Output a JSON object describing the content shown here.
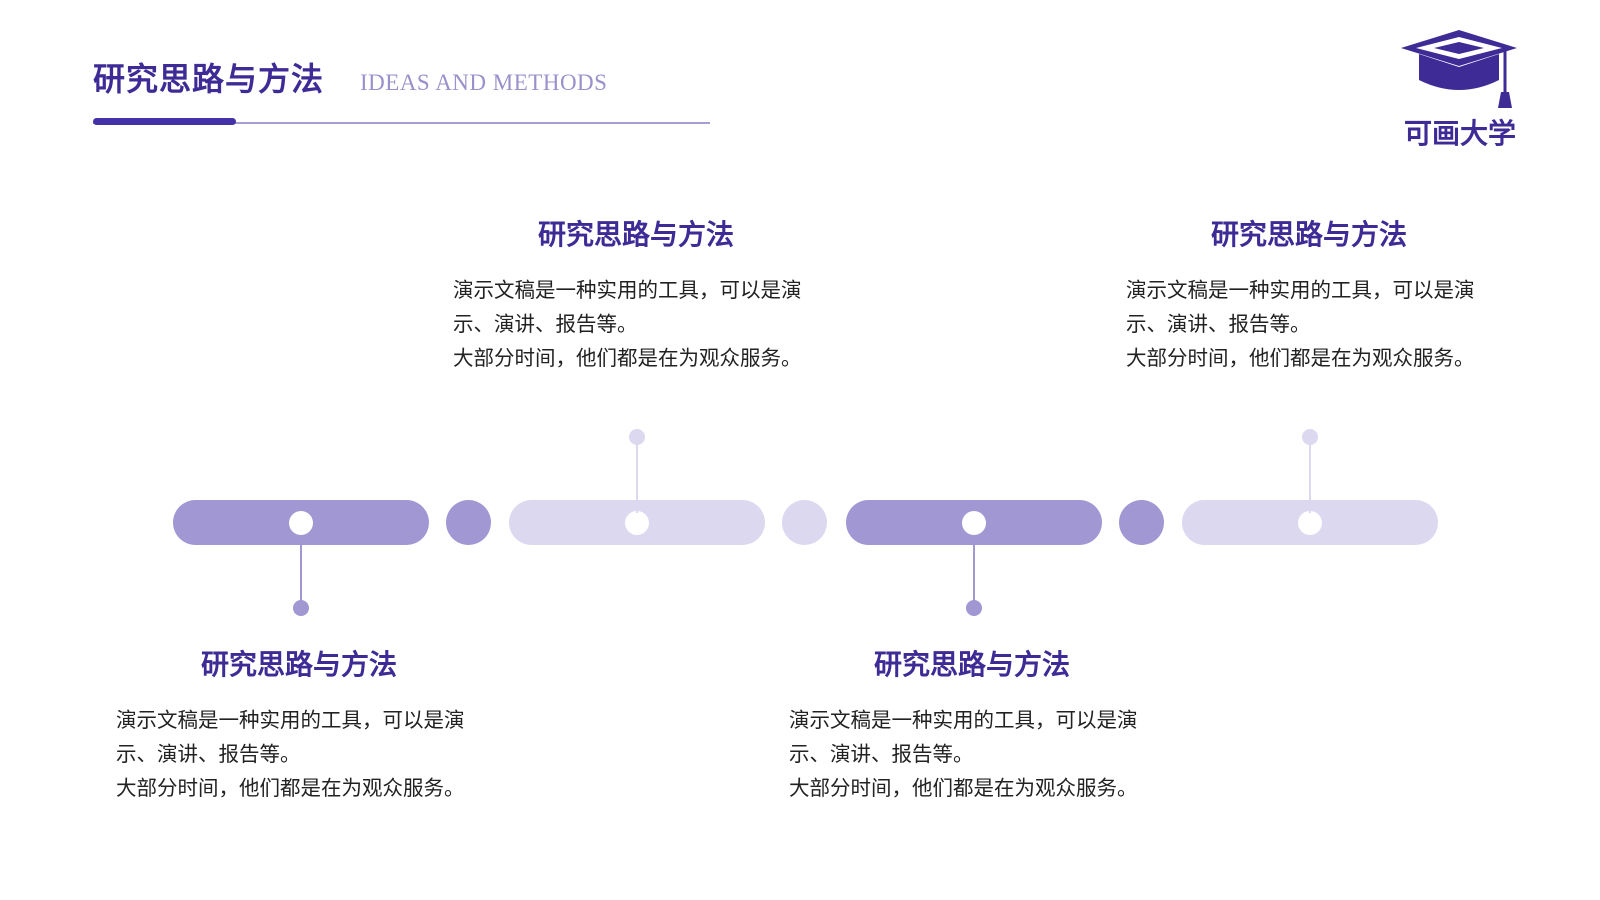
{
  "header": {
    "title": "研究思路与方法",
    "subtitle": "IDEAS AND METHODS"
  },
  "logo": {
    "icon": "graduation-cap-icon",
    "name": "可画大学"
  },
  "colors": {
    "primary": "#3f2b96",
    "timeline_dark": "#a097d3",
    "timeline_light": "#dcd8ef",
    "subtitle": "#9a90cc"
  },
  "timeline": {
    "items": [
      {
        "title": "研究思路与方法",
        "line1": "演示文稿是一种实用的工具，可以是演示、演讲、报告等。",
        "line2": "大部分时间，他们都是在为观众服务。"
      },
      {
        "title": "研究思路与方法",
        "line1": "演示文稿是一种实用的工具，可以是演示、演讲、报告等。",
        "line2": "大部分时间，他们都是在为观众服务。"
      },
      {
        "title": "研究思路与方法",
        "line1": "演示文稿是一种实用的工具，可以是演示、演讲、报告等。",
        "line2": "大部分时间，他们都是在为观众服务。"
      },
      {
        "title": "研究思路与方法",
        "line1": "演示文稿是一种实用的工具，可以是演示、演讲、报告等。",
        "line2": "大部分时间，他们都是在为观众服务。"
      }
    ]
  }
}
